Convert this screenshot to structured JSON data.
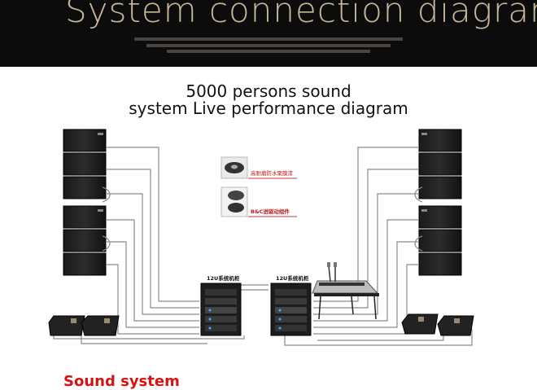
{
  "banner": {
    "title": "System connection diagram"
  },
  "heading": {
    "line1": "5000 persons sound",
    "line2": "system Live performance diagram"
  },
  "components": {
    "driver_label": "高耐磨防水聚膜漆",
    "bc_label": "B&C进驱动组件",
    "rack_left_label": "12U系统机柜",
    "rack_right_label": "12U系统机柜"
  },
  "footer": {
    "text": "Sound system"
  },
  "colors": {
    "banner_bg": "#0c0c0c",
    "banner_text": "#c9b79a",
    "accent_red": "#d41414",
    "cable": "#8a8a8a"
  }
}
